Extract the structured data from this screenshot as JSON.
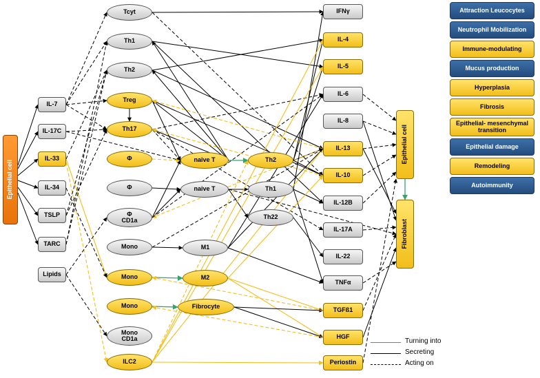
{
  "nodes": {
    "epithelial": "Epithelial cell",
    "il7": "IL-7",
    "il17c": "IL-17C",
    "il33": "IL-33",
    "il34": "IL-34",
    "tslp": "TSLP",
    "tarc": "TARC",
    "lipids": "Lipids",
    "tcyt": "Tcyt",
    "th1top": "Th1",
    "th2top": "Th2",
    "treg": "Treg",
    "th17": "Th17",
    "phi1": "Φ",
    "phi2": "Φ",
    "phicd1a_sym": "Φ",
    "phicd1a_txt": "CD1a",
    "mono1": "Mono",
    "mono2": "Mono",
    "mono3": "Mono",
    "monocd1a_l1": "Mono",
    "monocd1a_l2": "CD1a",
    "ilc2": "ILC2",
    "naivet1": "naive T",
    "naivet2": "naive T",
    "m1": "M1",
    "m2": "M2",
    "fibrocyte": "Fibrocyte",
    "th2mid": "Th2",
    "th1mid": "Th1",
    "th22": "Th22",
    "ifng": "IFNγ",
    "il4": "IL-4",
    "il5": "IL-5",
    "il6": "IL-6",
    "il8": "IL-8",
    "il13": "IL-13",
    "il10": "IL-10",
    "il12b": "IL-12B",
    "il17a": "IL-17A",
    "il22": "IL-22",
    "tnfa": "TNFα",
    "tgfb1": "TGFß1",
    "hgf": "HGF",
    "periostin": "Periostin",
    "epicell": "Epithelial cell",
    "fibroblast": "Fibroblast"
  },
  "legend": [
    {
      "label": "Attraction Leucocytes",
      "kind": "blue"
    },
    {
      "label": "Neutrophil Mobilization",
      "kind": "blue"
    },
    {
      "label": "Immune-modulating",
      "kind": "yellow"
    },
    {
      "label": "Mucus production",
      "kind": "blue"
    },
    {
      "label": "Hyperplasia",
      "kind": "yellow"
    },
    {
      "label": "Fibrosis",
      "kind": "yellow"
    },
    {
      "label": "Epithelial- mesenchymal transition",
      "kind": "yellow"
    },
    {
      "label": "Epithelial damage",
      "kind": "blue"
    },
    {
      "label": "Remodeling",
      "kind": "yellow"
    },
    {
      "label": "Autoimmunity",
      "kind": "blue"
    }
  ],
  "key": {
    "turning": "Turning into",
    "secreting": "Secreting",
    "acting": "Acting on"
  },
  "colors": {
    "turning": "#2fa66a",
    "secreting": "#000000",
    "acting": "#000000",
    "yellow_edge": "#f2be1a",
    "blue": "#2f5d92",
    "orange": "#f08a1c"
  }
}
